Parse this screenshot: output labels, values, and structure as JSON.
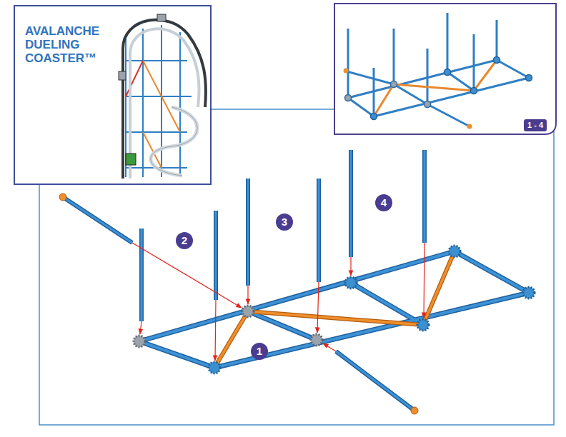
{
  "diagram": {
    "title": "AVALANCHE DUELING COASTER™",
    "labels": [
      "1",
      "2",
      "3",
      "4",
      "1 - 4"
    ]
  }
}
